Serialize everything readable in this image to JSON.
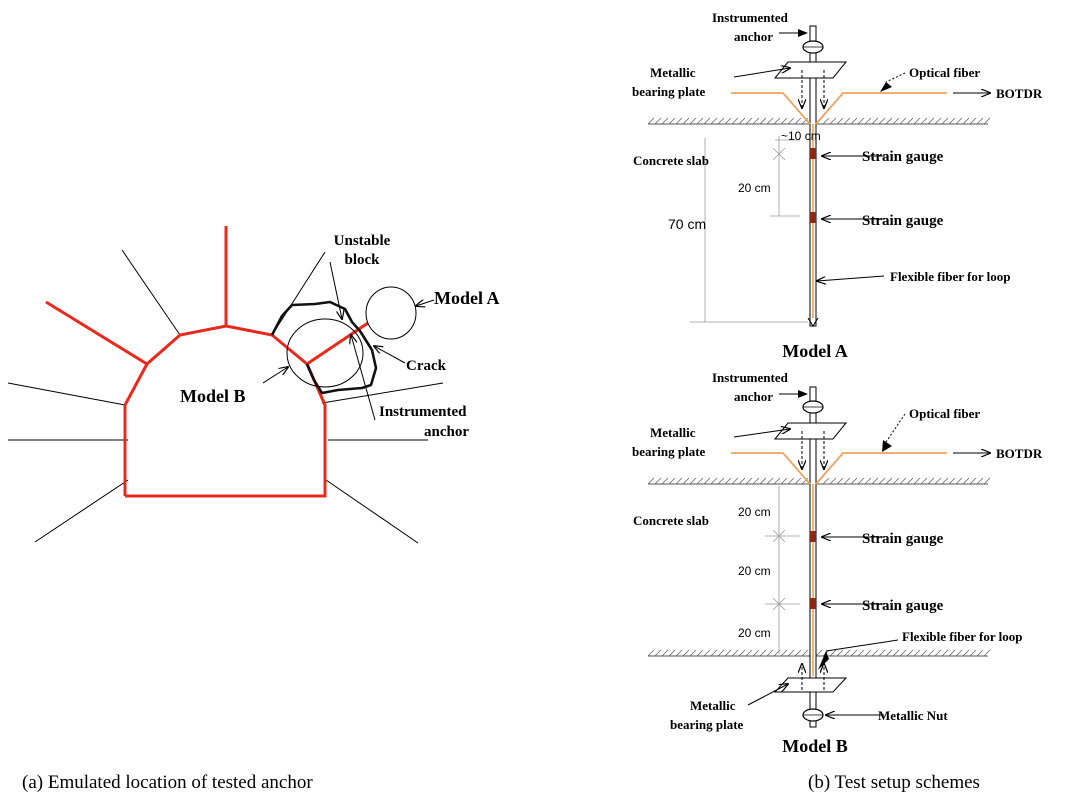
{
  "panel_a": {
    "caption": "(a) Emulated location of tested anchor",
    "labels": {
      "unstable_block": "Unstable block",
      "model_a": "Model A",
      "model_b": "Model B",
      "crack": "Crack",
      "instrumented_anchor": "Instrumented anchor"
    },
    "colors": {
      "tunnel": "#e8291c"
    }
  },
  "panel_b": {
    "caption": "(b) Test setup schemes",
    "model_a": {
      "title": "Model A",
      "instrumented_anchor": "Instrumented anchor",
      "bearing_plate": "Metallic bearing plate",
      "optical_fiber": "Optical fiber",
      "botdr": "BOTDR",
      "concrete_slab": "Concrete slab",
      "dim_top": "~10 cm",
      "dim_gauge": "20 cm",
      "dim_total": "70 cm",
      "strain_gauge_1": "Strain gauge",
      "strain_gauge_2": "Strain gauge",
      "loop_fiber": "Flexible fiber for loop"
    },
    "model_b": {
      "title": "Model B",
      "instrumented_anchor": "Instrumented anchor",
      "bearing_plate_top": "Metallic bearing plate",
      "optical_fiber": "Optical fiber",
      "botdr": "BOTDR",
      "concrete_slab": "Concrete slab",
      "dim_1": "20 cm",
      "dim_2": "20 cm",
      "dim_3": "20 cm",
      "strain_gauge_1": "Strain gauge",
      "strain_gauge_2": "Strain gauge",
      "loop_fiber": "Flexible fiber for loop",
      "bearing_plate_bottom": "Metallic bearing plate",
      "nut": "Metallic Nut"
    },
    "colors": {
      "fiber": "#f0a25a",
      "gauge": "#8b2a10"
    }
  }
}
